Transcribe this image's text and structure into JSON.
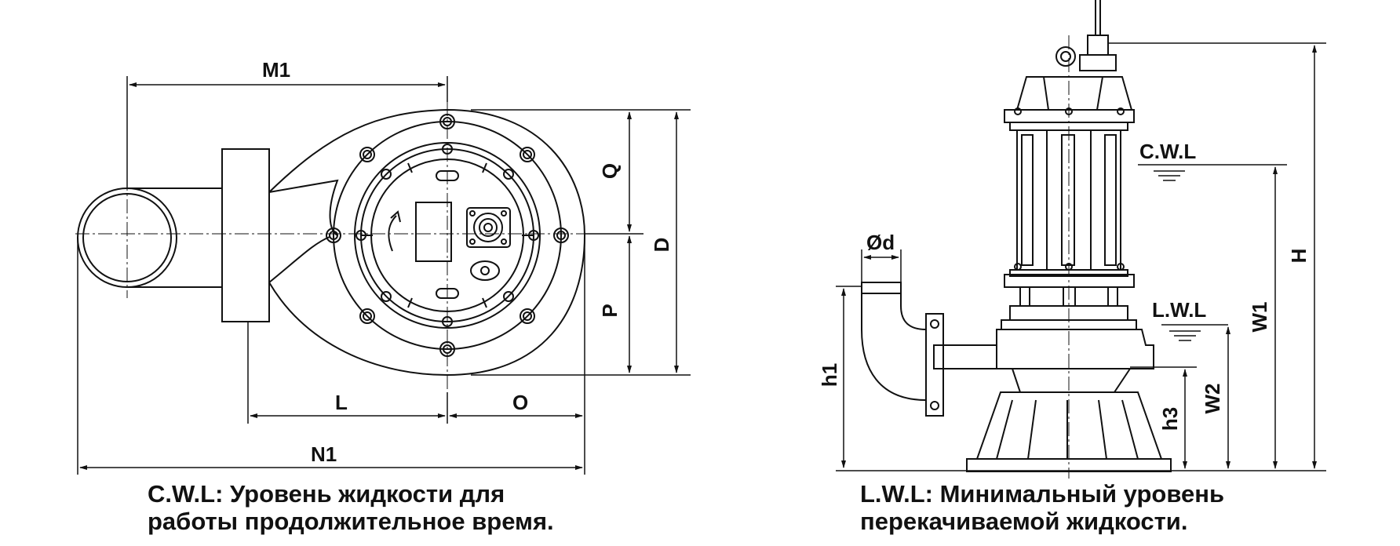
{
  "top_view": {
    "labels": {
      "m1": "M1",
      "q": "Q",
      "d": "D",
      "p": "P",
      "l": "L",
      "o": "O",
      "n1": "N1"
    }
  },
  "side_view": {
    "labels": {
      "cwl": "C.W.L",
      "lwl": "L.W.L",
      "od": "Ød",
      "h1": "h1",
      "h3": "h3",
      "w2": "W2",
      "w1": "W1",
      "h": "H"
    }
  },
  "captions": {
    "left": {
      "line1": "C.W.L: Уровень жидкости для",
      "line2": "работы продолжительное время."
    },
    "right": {
      "line1": "L.W.L: Минимальный уровень",
      "line2": "перекачиваемой жидкости."
    }
  }
}
